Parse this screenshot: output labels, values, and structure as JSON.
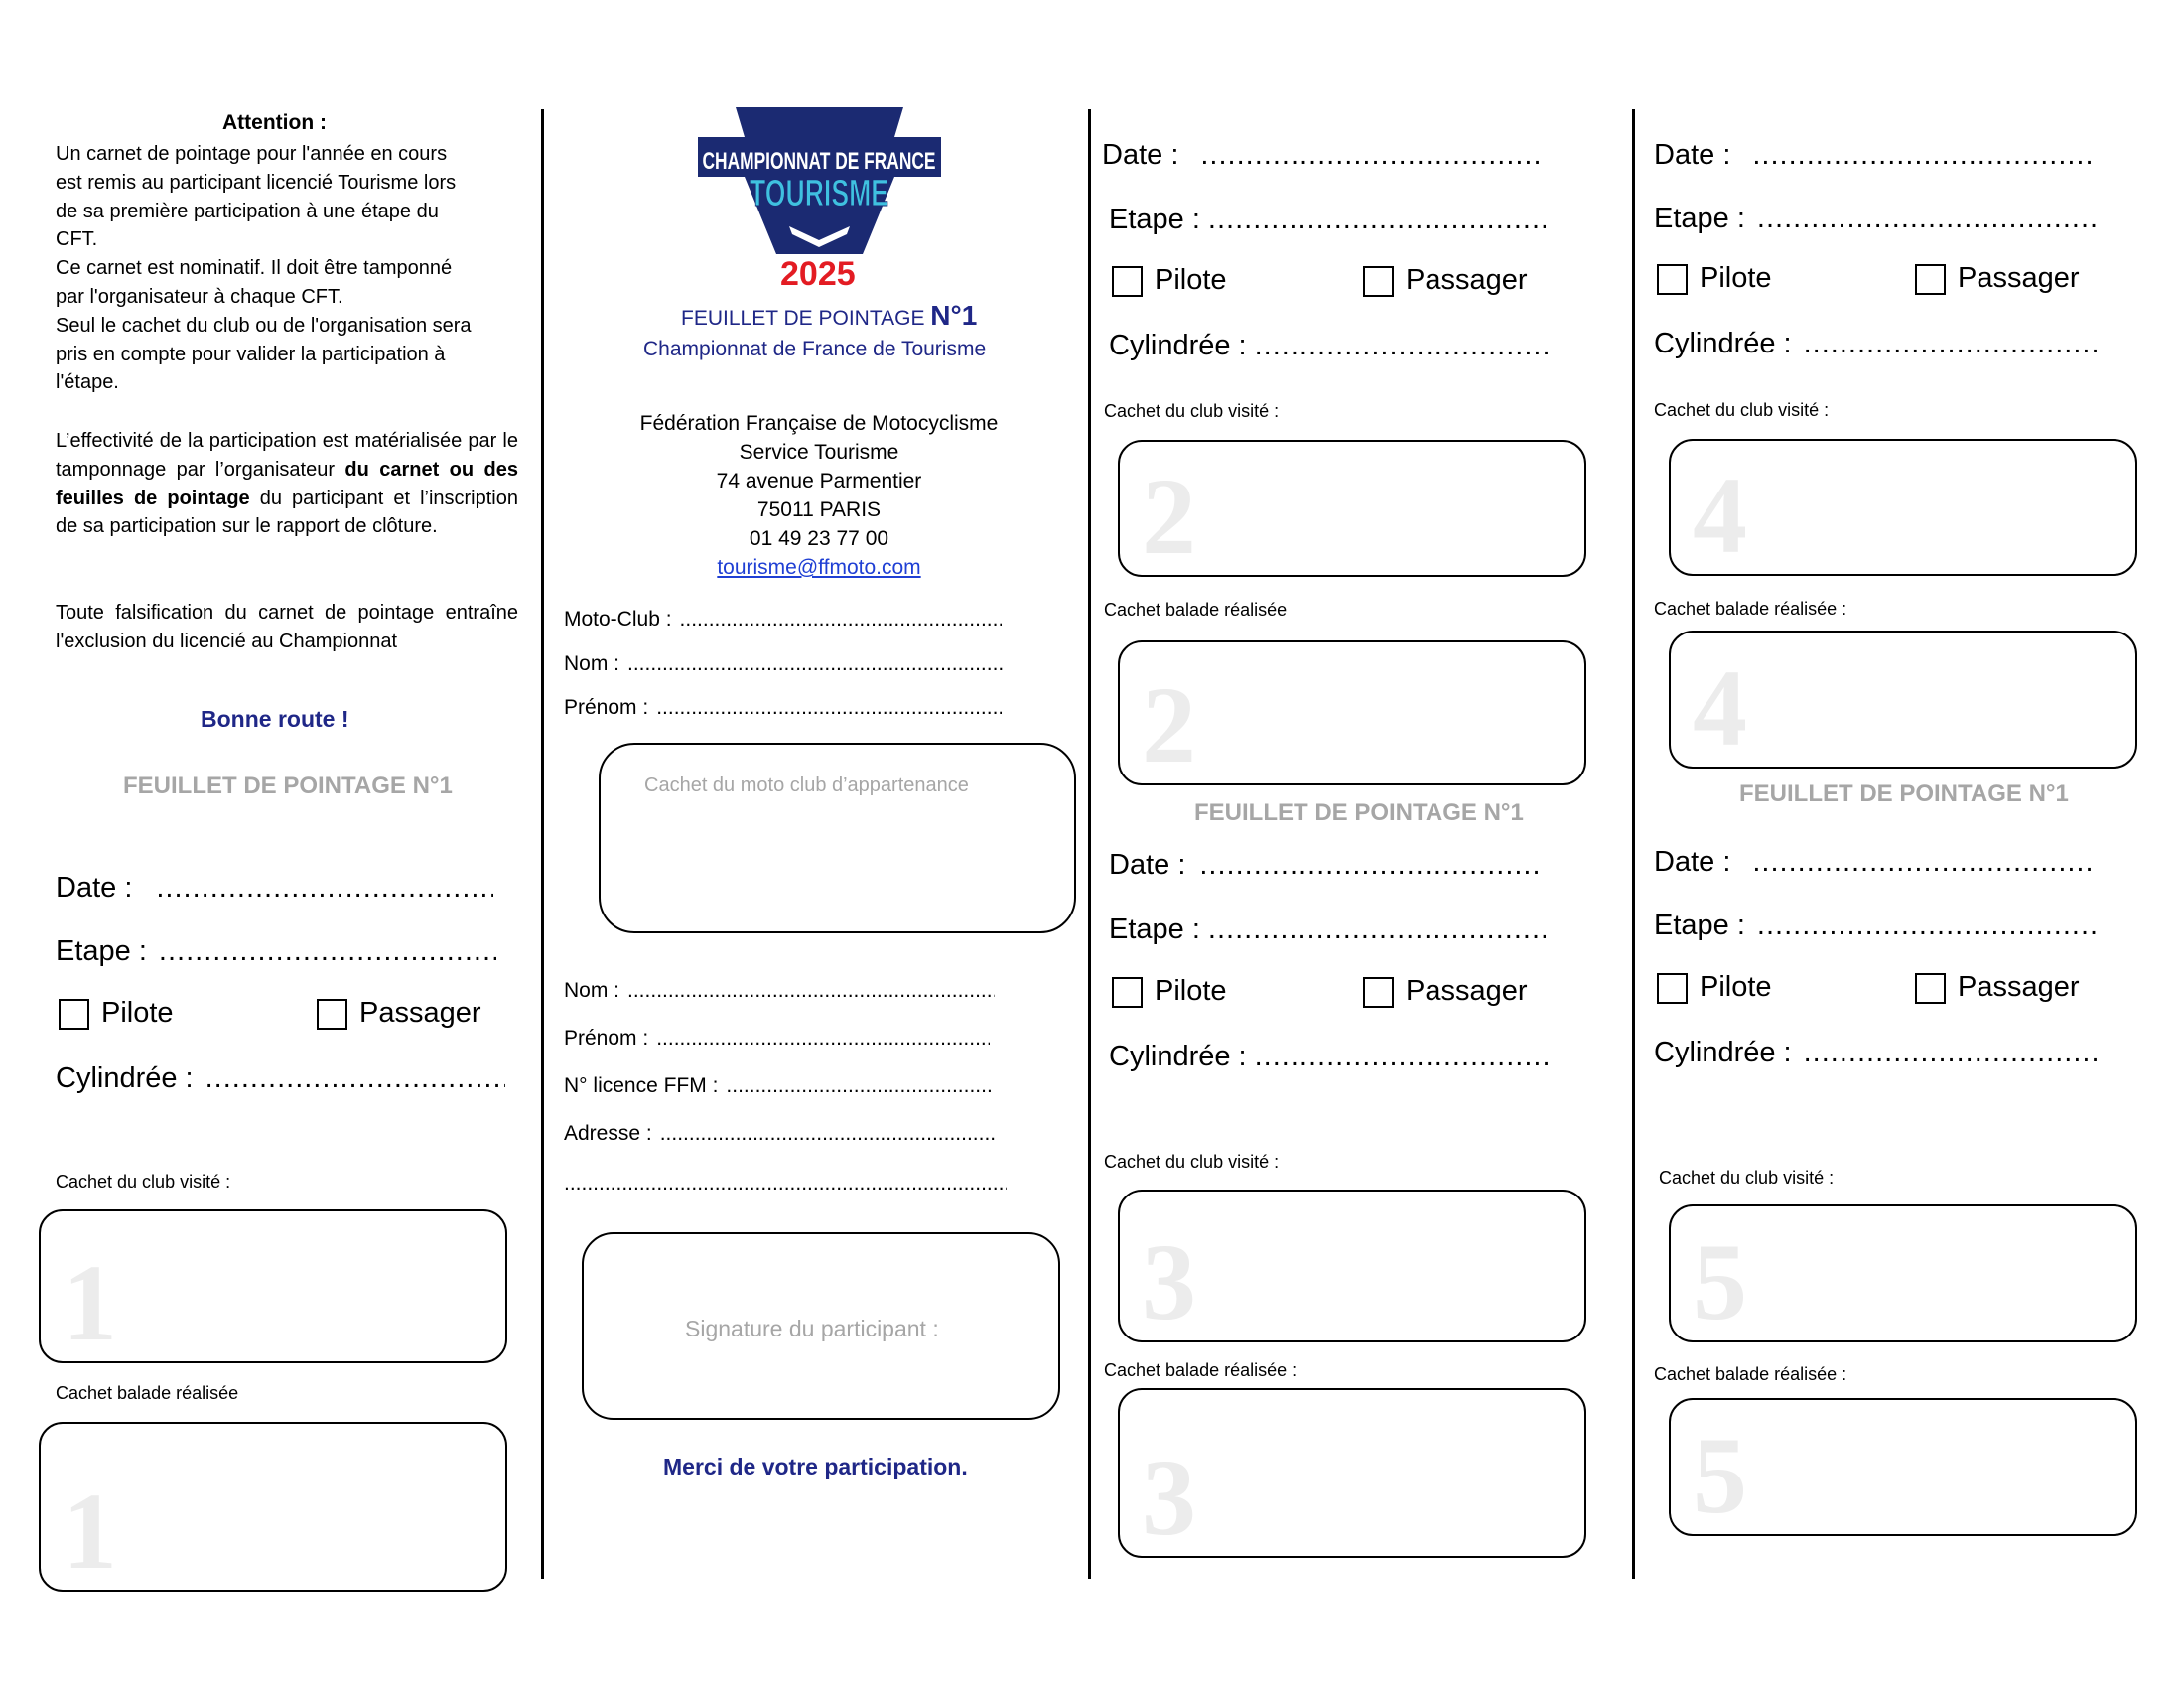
{
  "panel1": {
    "attention_title": "Attention :",
    "attention_lines": [
      "Un carnet de pointage pour l'année en cours",
      "est remis au participant licencié Tourisme lors",
      "de sa première participation à une étape du",
      "CFT.",
      "Ce carnet est nominatif. Il doit être tamponné",
      "par l'organisateur à chaque CFT.",
      "Seul le cachet du club ou de l'organisation sera",
      "pris en compte pour valider la participation à",
      "l'étape."
    ],
    "effectivite_pre": "L’effectivité de la participation est matérialisée par le tamponnage par l’organisateur ",
    "effectivite_bold": "du carnet ou des feuilles de pointage",
    "effectivite_post": " du participant et l’inscription de sa participation sur le rapport de clôture.",
    "falsification": "Toute falsification du carnet de pointage entraîne l'exclusion du licencié au Championnat",
    "bonne_route": "Bonne route !",
    "sheet_title": "FEUILLET DE POINTAGE N°1",
    "date_label": "Date :",
    "etape_label": "Etape :",
    "pilote_label": "Pilote",
    "passager_label": "Passager",
    "cylindree_label": "Cylindrée :",
    "cachet_club_label": "Cachet du club visité :",
    "cachet_balade_label": "Cachet balade réalisée",
    "stamp_number": "1"
  },
  "panel2": {
    "logo_line1": "CHAMPIONNAT DE FRANCE",
    "logo_line2": "TOURISME",
    "year": "2025",
    "feuillet_prefix": "FEUILLET DE POINTAGE ",
    "feuillet_number": "N°1",
    "championnat": "Championnat de France de Tourisme",
    "address_lines": [
      "Fédération Française de Motocyclisme",
      "Service Tourisme",
      "74 avenue Parmentier",
      "75011 PARIS",
      "01 49 23 77 00"
    ],
    "email": "tourisme@ffmoto.com",
    "moto_club_label": "Moto-Club :",
    "nom_label": "Nom :",
    "prenom_label": "Prénom :",
    "cachet_moto_club": "Cachet du moto club d’appartenance",
    "nom2_label": "Nom :",
    "prenom2_label": "Prénom :",
    "licence_label": "N° licence FFM :",
    "adresse_label": "Adresse :",
    "signature": "Signature du participant :",
    "merci": "Merci de votre participation."
  },
  "panel3": {
    "date_label": "Date :",
    "etape_label": "Etape :",
    "pilote_label": "Pilote",
    "passager_label": "Passager",
    "cylindree_label": "Cylindrée :",
    "cachet_club_label": "Cachet du club visité :",
    "cachet_balade_label": "Cachet balade réalisée",
    "stamp_number_a": "2",
    "sheet_title": "FEUILLET DE POINTAGE N°1",
    "date2_label": "Date :",
    "etape2_label": "Etape :",
    "pilote2_label": "Pilote",
    "passager2_label": "Passager",
    "cylindree2_label": "Cylindrée :",
    "cachet_club2_label": "Cachet du club visité :",
    "cachet_balade2_label": "Cachet balade réalisée :",
    "stamp_number_b": "3"
  },
  "panel4": {
    "date_label": "Date :",
    "etape_label": "Etape :",
    "pilote_label": "Pilote",
    "passager_label": "Passager",
    "cylindree_label": "Cylindrée :",
    "cachet_club_label": "Cachet du club visité :",
    "cachet_balade_label": "Cachet balade réalisée :",
    "stamp_number_a": "4",
    "sheet_title": "FEUILLET DE POINTAGE N°1",
    "date2_label": "Date :",
    "etape2_label": "Etape :",
    "pilote2_label": "Pilote",
    "passager2_label": "Passager",
    "cylindree2_label": "Cylindrée :",
    "cachet_club2_label": "Cachet du club visité :",
    "cachet_balade2_label": "Cachet balade réalisée :",
    "stamp_number_b": "5"
  },
  "colors": {
    "navy": "#1f2787",
    "red": "#e31c23",
    "grey": "#a6a6a6",
    "logo_cyan": "#3fc1e0"
  }
}
